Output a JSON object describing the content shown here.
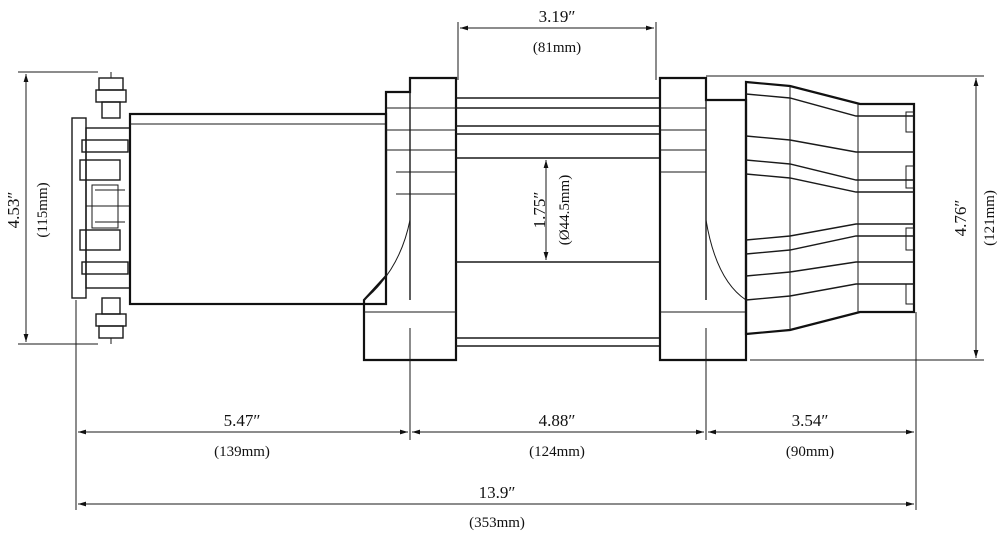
{
  "dimensions": {
    "drum_width": {
      "inch": "3.19″",
      "mm": "(81mm)"
    },
    "drum_diameter": {
      "inch": "1.75″",
      "mm": "(Ø44.5mm)"
    },
    "motor_height": {
      "inch": "4.53″",
      "mm": "(115mm)"
    },
    "gearbox_height": {
      "inch": "4.76″",
      "mm": "(121mm)"
    },
    "motor_length": {
      "inch": "5.47″",
      "mm": "(139mm)"
    },
    "drum_section_length": {
      "inch": "4.88″",
      "mm": "(124mm)"
    },
    "gearbox_length": {
      "inch": "3.54″",
      "mm": "(90mm)"
    },
    "total_length": {
      "inch": "13.9″",
      "mm": "(353mm)"
    }
  }
}
